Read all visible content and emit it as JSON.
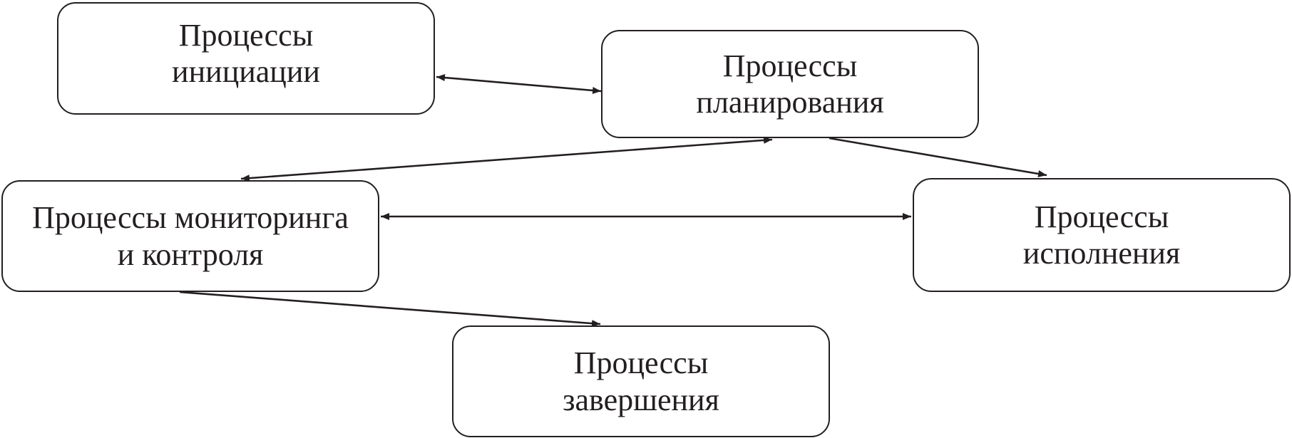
{
  "diagram": {
    "nodes": {
      "initiation": {
        "line1": "Процессы",
        "line2": "инициации"
      },
      "planning": {
        "line1": "Процессы",
        "line2": "планирования"
      },
      "monitoring": {
        "line1": "Процессы мониторинга",
        "line2": "и контроля"
      },
      "execution": {
        "line1": "Процессы",
        "line2": "исполнения"
      },
      "closing": {
        "line1": "Процессы",
        "line2": "завершения"
      }
    },
    "edges": [
      {
        "from": "initiation",
        "to": "planning",
        "direction": "both"
      },
      {
        "from": "planning",
        "to": "monitoring",
        "direction": "both"
      },
      {
        "from": "planning",
        "to": "execution",
        "direction": "forward"
      },
      {
        "from": "monitoring",
        "to": "execution",
        "direction": "both"
      },
      {
        "from": "monitoring",
        "to": "closing",
        "direction": "forward"
      }
    ],
    "colors": {
      "stroke": "#231f20",
      "text": "#231f20",
      "background": "#ffffff"
    }
  }
}
